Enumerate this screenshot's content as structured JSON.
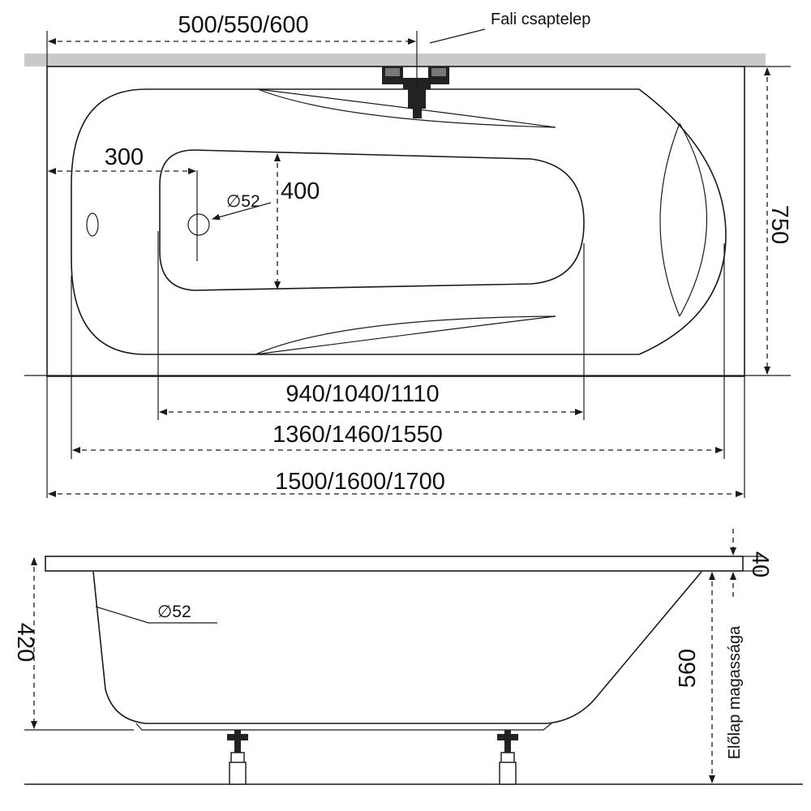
{
  "top_view": {
    "faucet_label": "Fali csaptelep",
    "dim_faucet_offset": "500/550/600",
    "dim_drain_offset": "300",
    "dim_drain_diameter": "∅52",
    "dim_inner_width": "400",
    "dim_outer_height": "750",
    "dim_inner_length": "940/1040/1110",
    "dim_basin_length": "1360/1460/1550",
    "dim_total_length": "1500/1600/1700"
  },
  "side_view": {
    "dim_rim_thickness": "40",
    "dim_tub_depth": "420",
    "dim_overflow_diameter": "∅52",
    "dim_panel_height": "560",
    "panel_height_label": "Előlap magassága"
  }
}
